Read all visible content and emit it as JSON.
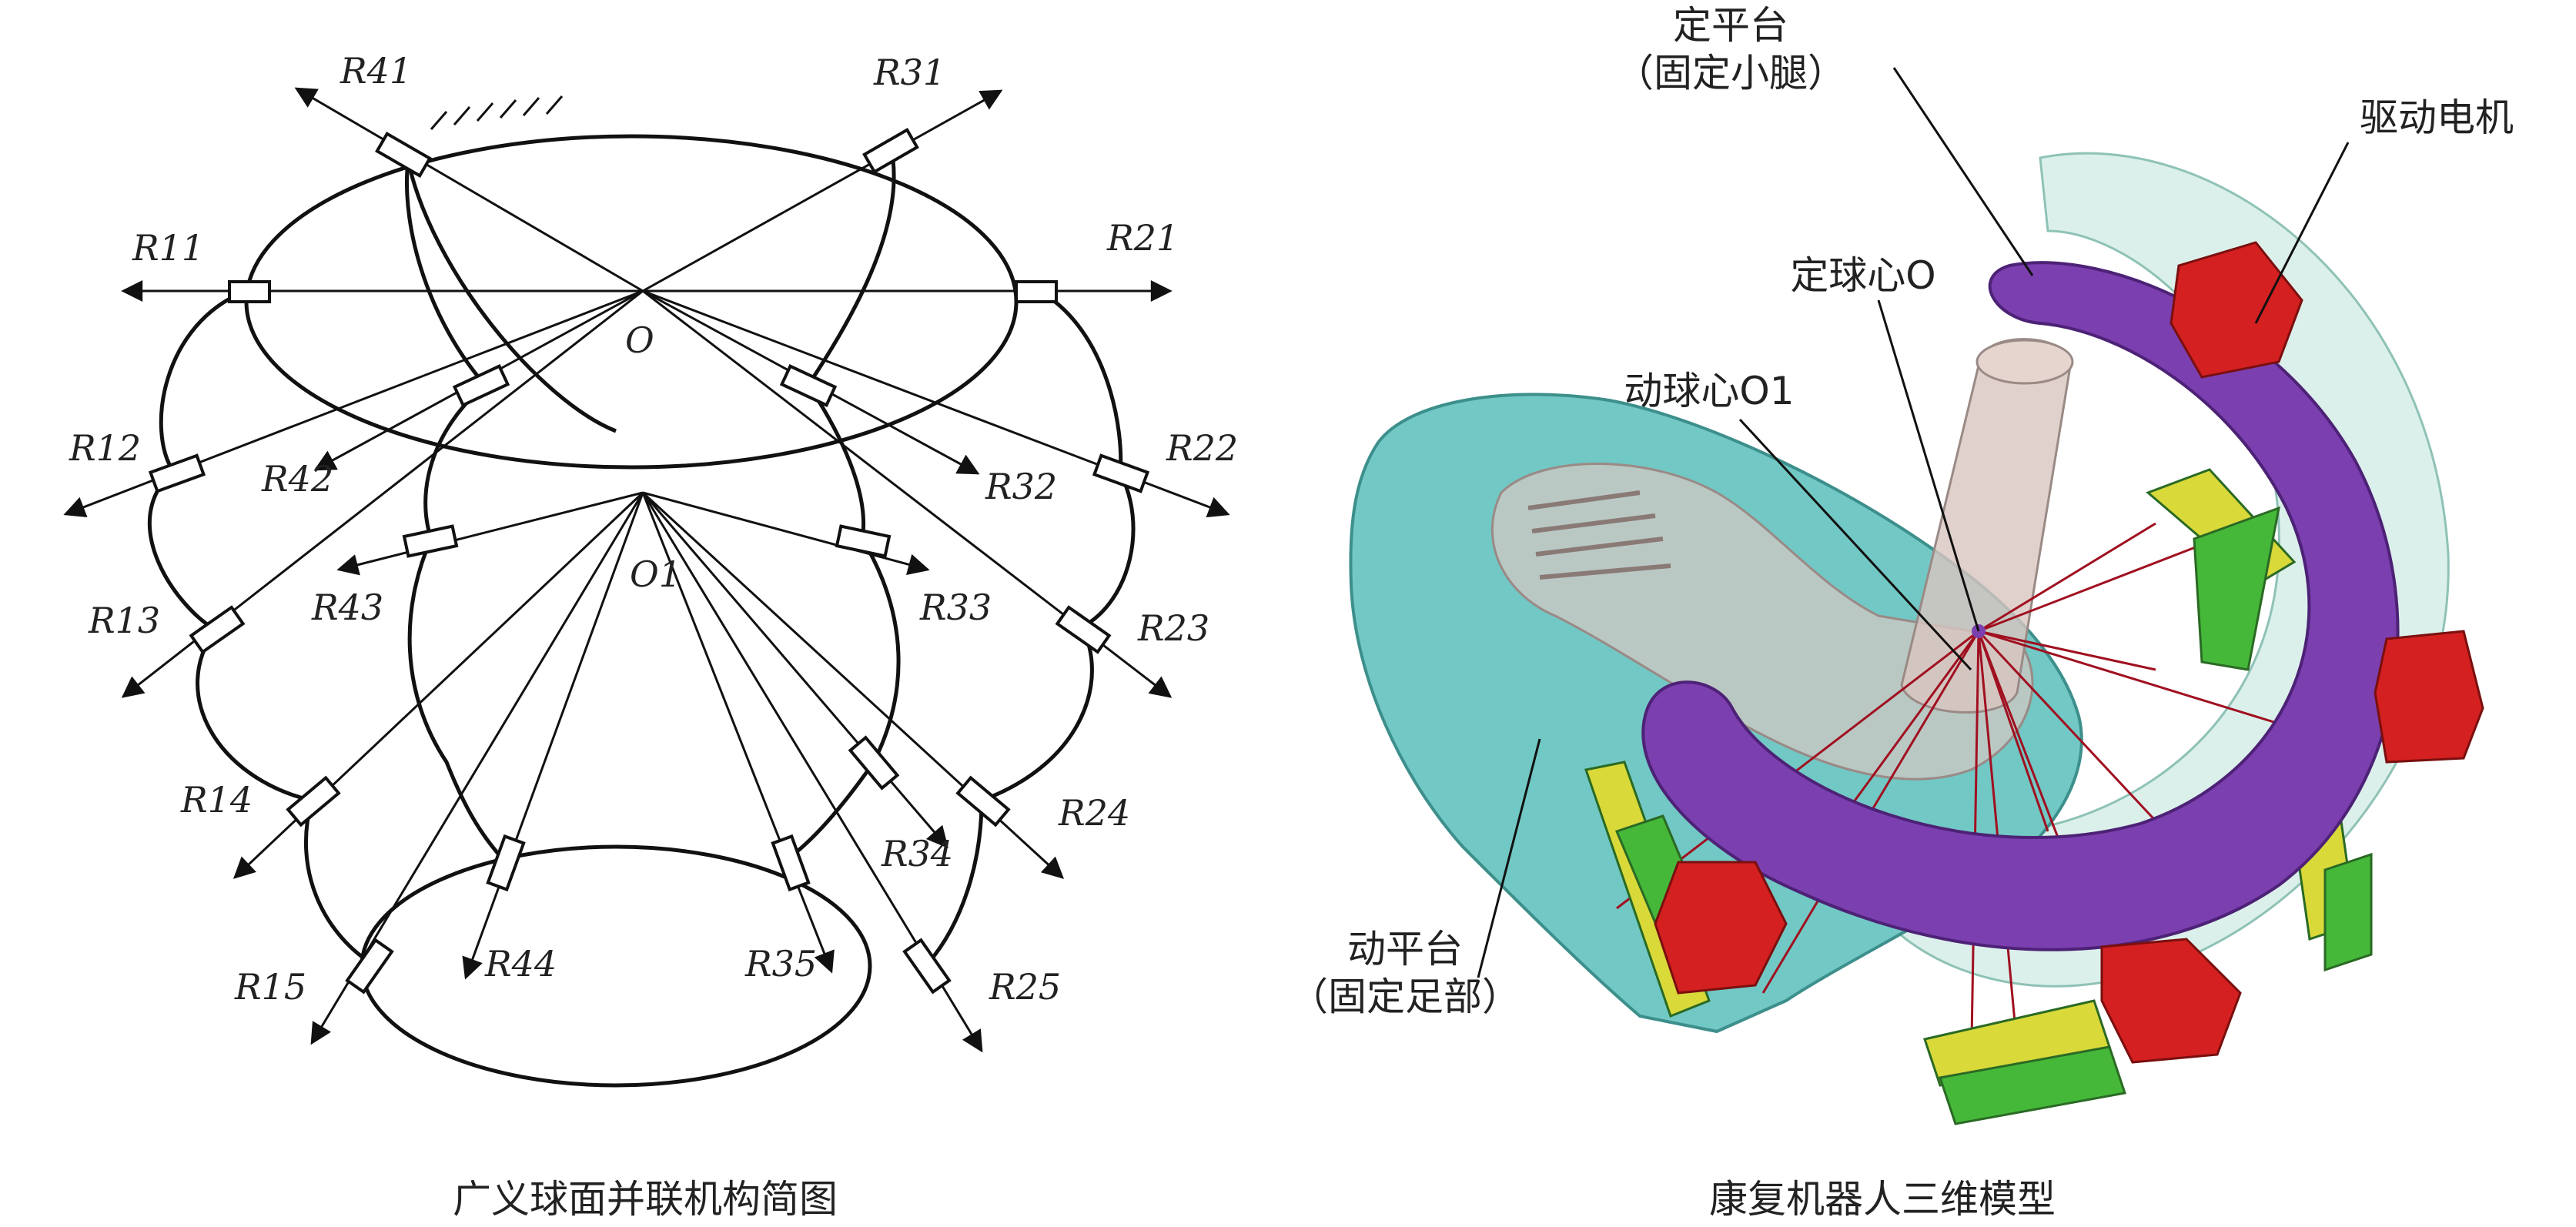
{
  "left_panel": {
    "caption": "广义球面并联机构简图",
    "center_fixed": "O",
    "center_moving": "O1",
    "joint_labels": [
      "R41",
      "R31",
      "R11",
      "R21",
      "R12",
      "R22",
      "R42",
      "R32",
      "R43",
      "R33",
      "R13",
      "R23",
      "R14",
      "R24",
      "R34",
      "R15",
      "R25",
      "R44",
      "R35"
    ]
  },
  "right_panel": {
    "caption": "康复机器人三维模型",
    "label_fixed_platform_line1": "定平台",
    "label_fixed_platform_line2": "（固定小腿）",
    "label_motor": "驱动电机",
    "label_fixed_center": "定球心O",
    "label_moving_center": "动球心O1",
    "label_moving_platform_line1": "动平台",
    "label_moving_platform_line2": "（固定足部）"
  },
  "colors": {
    "fixed_ring": "#7b3fb0",
    "motor": "#d42020",
    "moving_platform": "#6cc4c0",
    "link_green": "#45b83a",
    "link_yellow": "#d9d93a",
    "rods": "#a01020"
  }
}
